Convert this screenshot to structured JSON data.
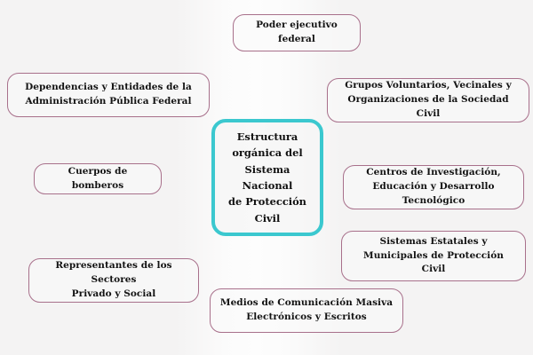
{
  "diagram": {
    "title": "Estructura orgánica del Sistema Nacional de Protección Civil",
    "colors": {
      "background": "#f4f3f3",
      "background_highlight": "#fdfdfd",
      "node_border": "#a8708b",
      "node_fill": "#faf9f9",
      "center_border": "#3bc8cf",
      "center_fill": "#f6f5f5",
      "text": "#131313"
    },
    "center": {
      "name": "estructura-organica-central",
      "label": "Estructura\norgánica del\nSistema Nacional\nde Protección Civil",
      "lines": [
        "Estructura",
        "orgánica del",
        "Sistema Nacional",
        "de Protección Civil"
      ]
    },
    "nodes": [
      {
        "name": "poder-ejecutivo-federal",
        "label": "Poder ejecutivo\nfederal",
        "lines": [
          "Poder ejecutivo",
          "federal"
        ],
        "position": "top-center"
      },
      {
        "name": "dependencias-entidades",
        "label": "Dependencias y Entidades de la\nAdministración Pública Federal",
        "lines": [
          "Dependencias y Entidades de la",
          "Administración Pública Federal"
        ],
        "position": "top-left"
      },
      {
        "name": "grupos-voluntarios",
        "label": "Grupos Voluntarios, Vecinales y\nOrganizaciones de la Sociedad Civil",
        "lines": [
          "Grupos Voluntarios, Vecinales y",
          "Organizaciones de la Sociedad Civil"
        ],
        "position": "top-right"
      },
      {
        "name": "cuerpos-bomberos",
        "label": "Cuerpos de bomberos",
        "lines": [
          "Cuerpos de bomberos"
        ],
        "position": "middle-left"
      },
      {
        "name": "centros-investigacion",
        "label": "Centros de Investigación,\nEducación y Desarrollo Tecnológico",
        "lines": [
          "Centros de Investigación,",
          "Educación y Desarrollo Tecnológico"
        ],
        "position": "middle-right"
      },
      {
        "name": "sistemas-estatales-municipales",
        "label": "Sistemas Estatales y\nMunicipales de Protección\nCivil",
        "lines": [
          "Sistemas Estatales y",
          "Municipales de Protección",
          "Civil"
        ],
        "position": "lower-right"
      },
      {
        "name": "representantes-sectores",
        "label": "Representantes de los Sectores\nPrivado y Social",
        "lines": [
          "Representantes de los Sectores",
          "Privado y Social"
        ],
        "position": "bottom-left"
      },
      {
        "name": "medios-comunicacion",
        "label": "Medios de Comunicación Masiva\nElectrónicos y Escritos",
        "lines": [
          "Medios de Comunicación Masiva",
          "Electrónicos y Escritos"
        ],
        "position": "bottom-center"
      }
    ]
  }
}
